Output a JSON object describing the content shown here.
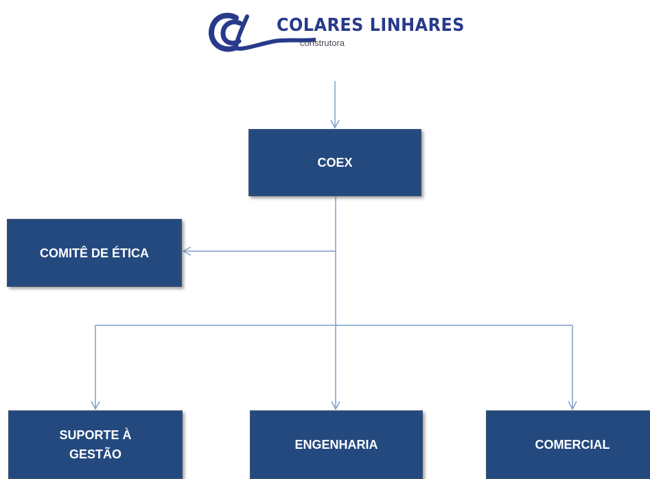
{
  "logo": {
    "name": "COLARES LINHARES",
    "subtitle": "construtora"
  },
  "nodes": {
    "coex": "COEX",
    "comite": "COMITÊ  DE ÉTICA",
    "suporte": "SUPORTE À\nGESTÃO",
    "engenharia": "ENGENHARIA",
    "comercial": "COMERCIAL"
  },
  "colors": {
    "box_fill": "#23497f",
    "connector": "#7c9ec9",
    "logo_blue": "#283a8a"
  }
}
